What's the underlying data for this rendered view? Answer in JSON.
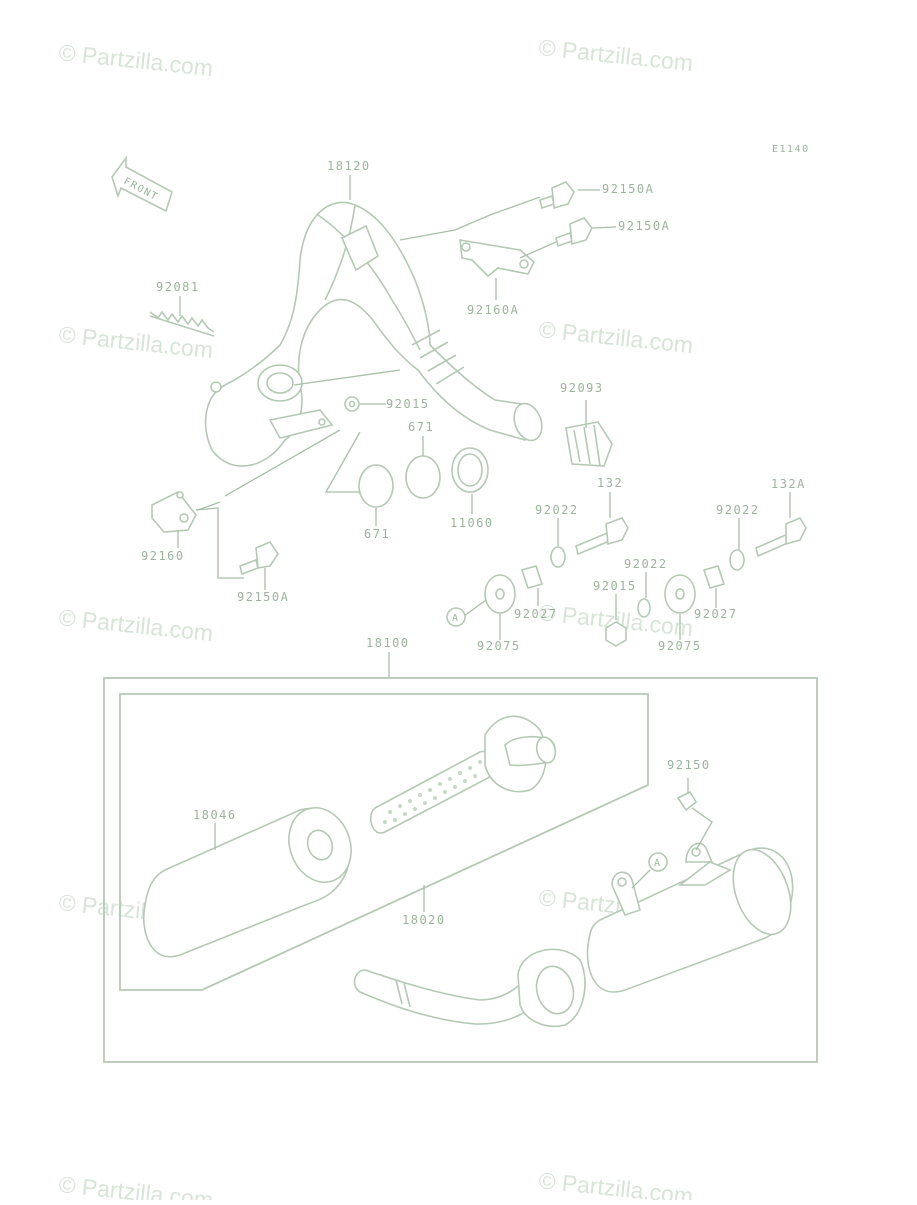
{
  "diagram_code": "E1140",
  "watermark": "© Partzilla.com",
  "front_arrow": "FRONT",
  "labels": {
    "p18120": "18120",
    "p92150A_1": "92150A",
    "p92150A_2": "92150A",
    "p92160A": "92160A",
    "p92081": "92081",
    "p92015_top": "92015",
    "p671_top": "671",
    "p92093": "92093",
    "p671_bottom": "671",
    "p11060": "11060",
    "p92160": "92160",
    "p92150A_3": "92150A",
    "p132": "132",
    "p132A": "132A",
    "p92022_1": "92022",
    "p92022_2": "92022",
    "p92022_3": "92022",
    "p92015_bottom": "92015",
    "p92027_1": "92027",
    "p92027_2": "92027",
    "p92075_1": "92075",
    "p92075_2": "92075",
    "p18100": "18100",
    "p92150": "92150",
    "p18046": "18046",
    "p18020": "18020"
  },
  "callouts": {
    "a1": "A",
    "a2": "A"
  }
}
